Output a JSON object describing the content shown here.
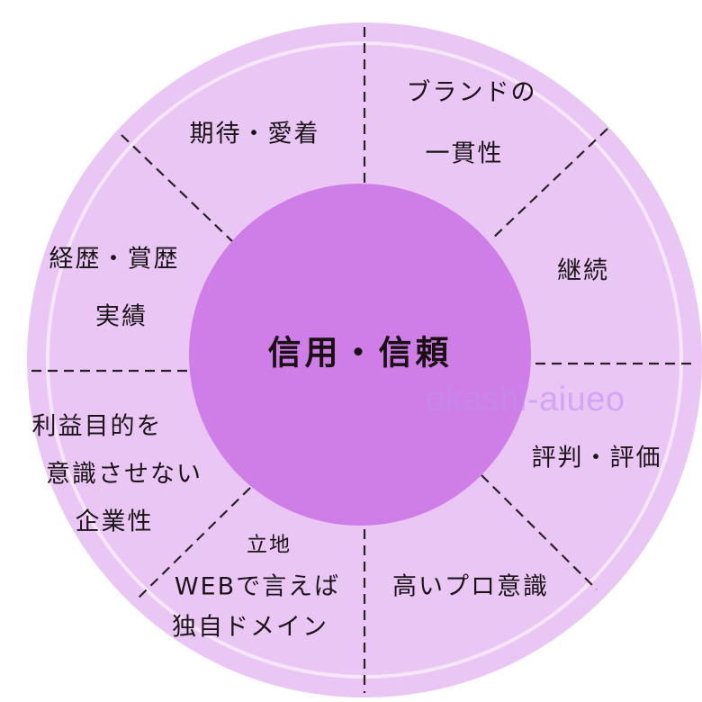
{
  "center": {
    "label": "信用・信頼"
  },
  "segments": [
    {
      "id": "brand",
      "lines": [
        "ブランドの",
        "一貫性"
      ]
    },
    {
      "id": "continuity",
      "lines": [
        "継続"
      ]
    },
    {
      "id": "reputation",
      "lines": [
        "評判・評価"
      ]
    },
    {
      "id": "pro",
      "lines": [
        "高いプロ意識"
      ]
    },
    {
      "id": "location",
      "lines": [
        "立地",
        "WEBで言えば",
        "独自ドメイン"
      ]
    },
    {
      "id": "nonprofit",
      "lines": [
        "利益目的を",
        "意識させない",
        "企業性"
      ]
    },
    {
      "id": "career",
      "lines": [
        "経歴・賞歴",
        "実績"
      ]
    },
    {
      "id": "expectation",
      "lines": [
        "期待・愛着"
      ]
    }
  ],
  "watermark": "okashi-aiueo",
  "colors": {
    "outer_disc": "#e9c6f4",
    "ring_line": "#f4e2f9",
    "segment_fill": "#ebcbf5",
    "center_disc": "#cf7ee8",
    "dash_line": "#2a2126",
    "text": "#1c1418",
    "watermark": "#c99af0"
  }
}
